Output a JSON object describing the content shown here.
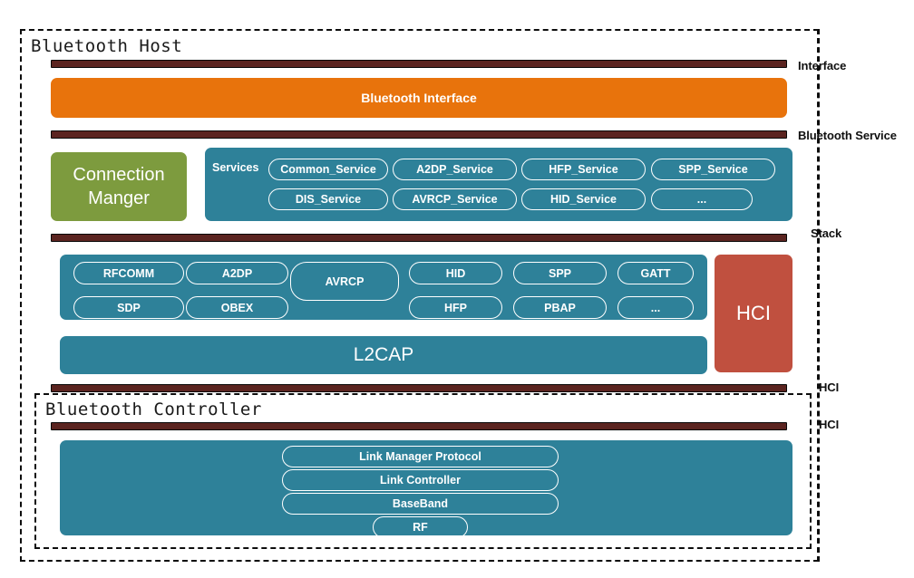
{
  "diagram": {
    "host": {
      "title": "Bluetooth Host"
    },
    "controller": {
      "title": "Bluetooth Controller"
    },
    "side_labels": {
      "interface": "Interface",
      "bluetooth_service": "Bluetooth Service",
      "stack": "Stack",
      "hci_upper": "HCI",
      "hci_lower": "HCI"
    },
    "interface_block": {
      "label": "Bluetooth Interface"
    },
    "connection_manager": {
      "line1": "Connection",
      "line2": "Manger"
    },
    "services": {
      "group_label": "Services",
      "row1": [
        "Common_Service",
        "A2DP_Service",
        "HFP_Service",
        "SPP_Service"
      ],
      "row2": [
        "DIS_Service",
        "AVRCP_Service",
        "HID_Service",
        "..."
      ]
    },
    "stack": {
      "row1": [
        "RFCOMM",
        "A2DP",
        "HID",
        "SPP",
        "GATT"
      ],
      "tall": "AVRCP",
      "row2": [
        "SDP",
        "OBEX",
        "HFP",
        "PBAP",
        "..."
      ]
    },
    "hci_block": {
      "label": "HCI"
    },
    "l2cap_block": {
      "label": "L2CAP"
    },
    "controller_layers": [
      "Link Manager Protocol",
      "Link Controller",
      "BaseBand",
      "RF"
    ],
    "colors": {
      "orange": "#e8730c",
      "teal": "#2e8199",
      "green": "#7d9b3e",
      "red": "#c0503f",
      "maroon_bar": "#5b2420",
      "dashed_border": "#0d0d0d",
      "white": "#ffffff"
    }
  }
}
